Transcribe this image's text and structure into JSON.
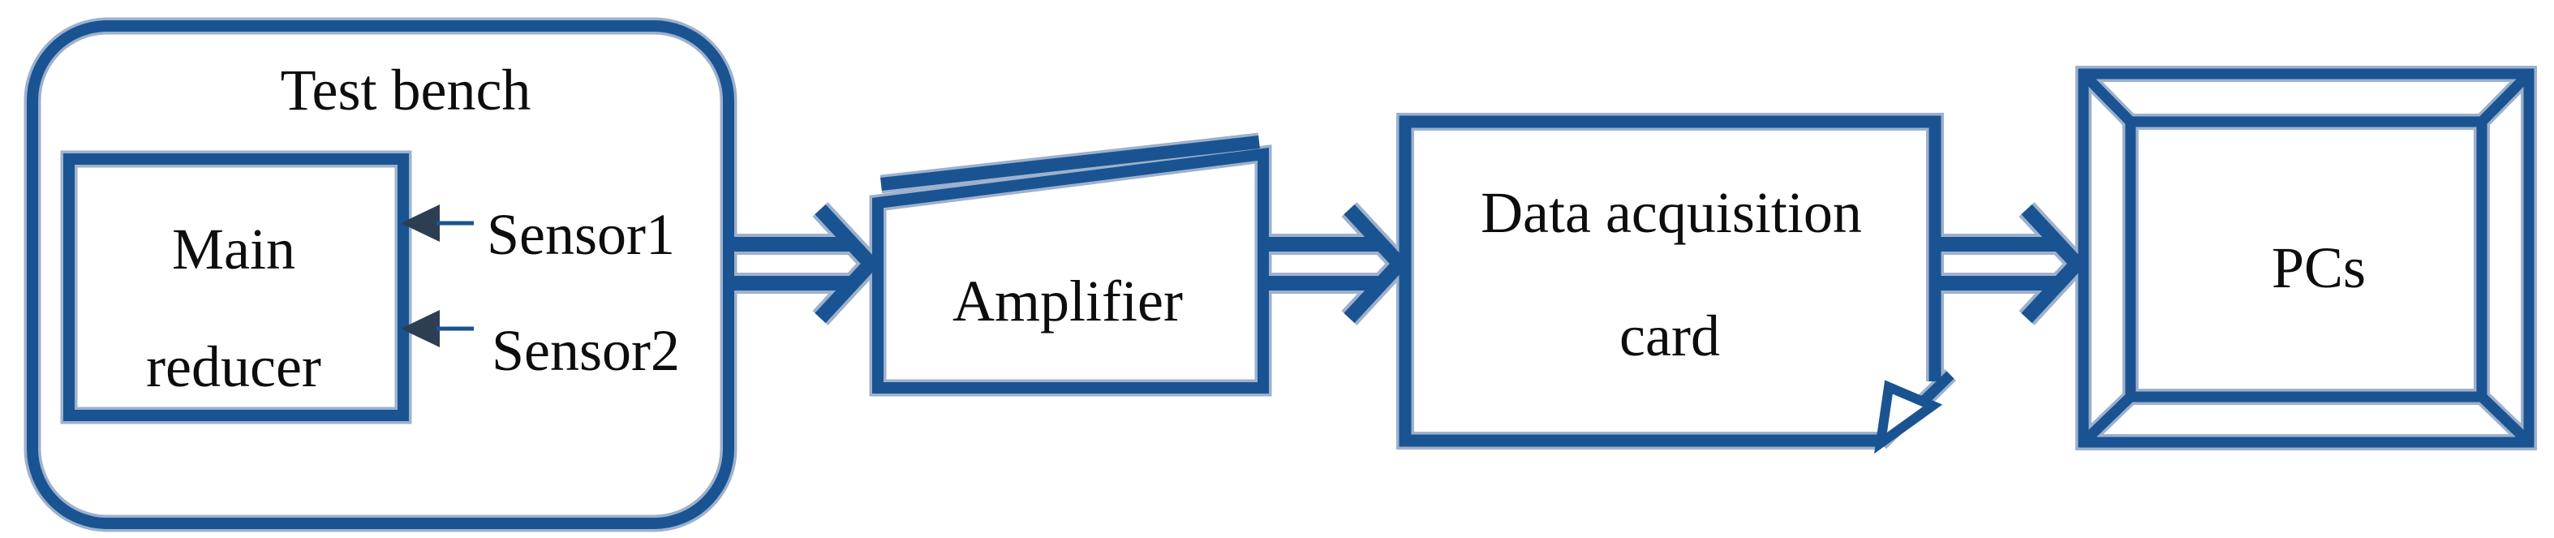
{
  "nodes": {
    "test_bench": {
      "label": "Test bench"
    },
    "main_reducer": {
      "line1": "Main",
      "line2": "reducer"
    },
    "sensor1": {
      "label": "Sensor1"
    },
    "sensor2": {
      "label": "Sensor2"
    },
    "amplifier": {
      "label": "Amplifier"
    },
    "daq_card": {
      "line1": "Data acquisition",
      "line2": "card"
    },
    "pcs": {
      "label": "PCs"
    }
  },
  "colors": {
    "primary_blue": "#1a5391",
    "halo_blue": "#9db1cd",
    "sensor_arrow": "#2e3e52",
    "label": "#0d0d0d",
    "background": "#ffffff"
  }
}
